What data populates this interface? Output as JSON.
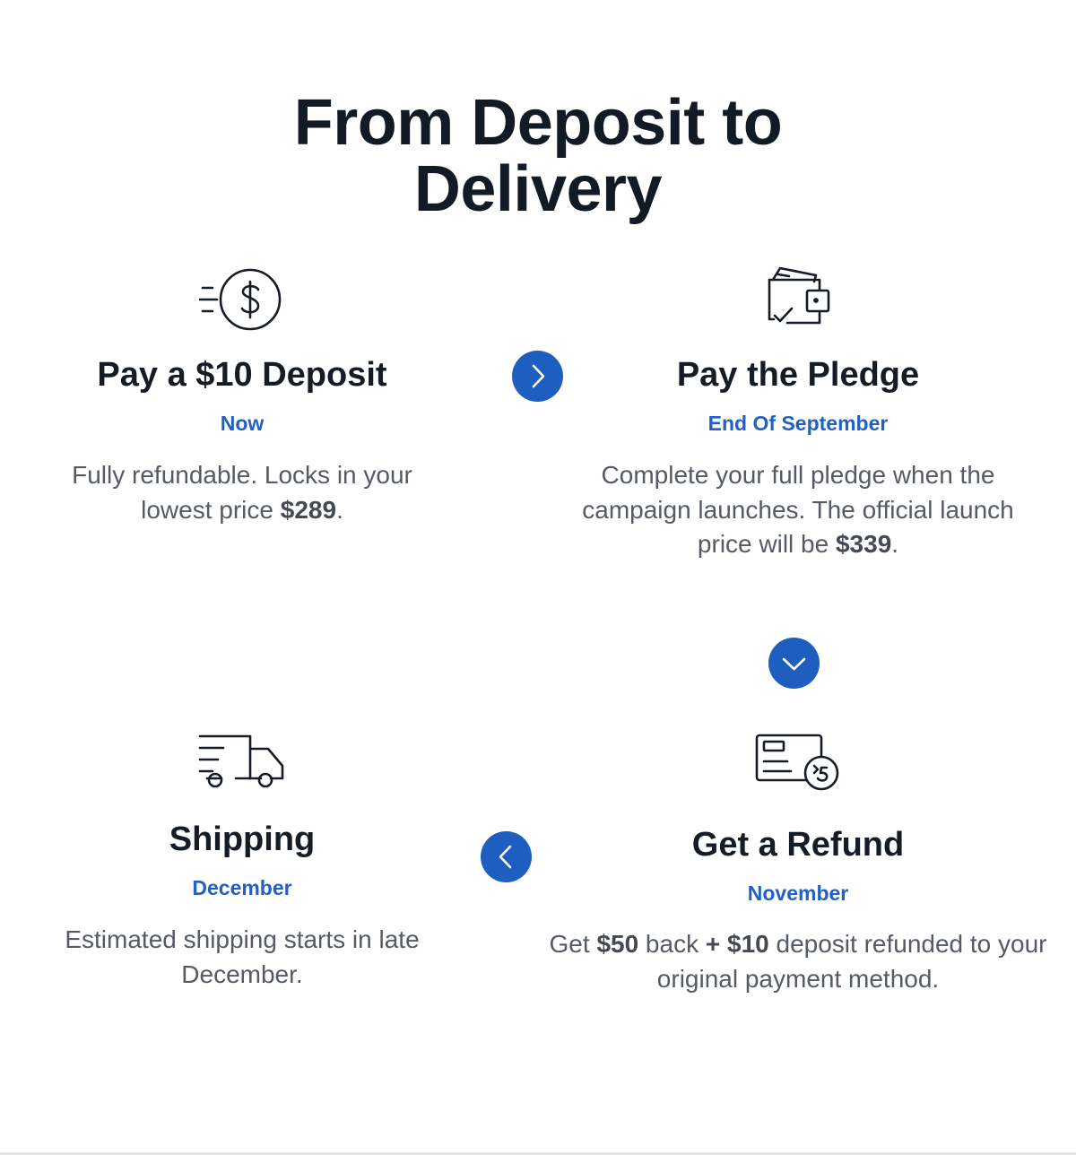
{
  "title": {
    "line1": "From Deposit to",
    "line2": "Delivery"
  },
  "steps": {
    "deposit": {
      "icon": "fast-dollar-coin-icon",
      "heading": "Pay a $10 Deposit",
      "when": "Now",
      "desc_part1": "Fully refundable. Locks in your lowest price ",
      "desc_price": "$289",
      "desc_part2": "."
    },
    "pledge": {
      "icon": "wallet-check-icon",
      "heading": "Pay the Pledge",
      "when": "End Of September",
      "desc_part1": "Complete your full pledge when the campaign launches. The official launch price will be ",
      "desc_price": "$339",
      "desc_part2": "."
    },
    "refund": {
      "icon": "card-refund-icon",
      "heading": "Get a Refund",
      "when": "November",
      "desc_part1": "Get ",
      "desc_amount1": "$50",
      "desc_part2": " back ",
      "desc_plus": "+",
      "desc_part3": " ",
      "desc_amount2": "$10",
      "desc_part4": " deposit refunded to your original payment method."
    },
    "shipping": {
      "icon": "delivery-truck-icon",
      "heading": "Shipping",
      "when": "December",
      "desc": "Estimated shipping starts in late December."
    }
  },
  "arrows": {
    "right": "chevron-right-icon",
    "down": "chevron-down-icon",
    "left": "chevron-left-icon",
    "color": "#1e5ec0"
  },
  "colors": {
    "heading": "#151c26",
    "accent": "#2260c4",
    "body_text": "#555a63"
  }
}
